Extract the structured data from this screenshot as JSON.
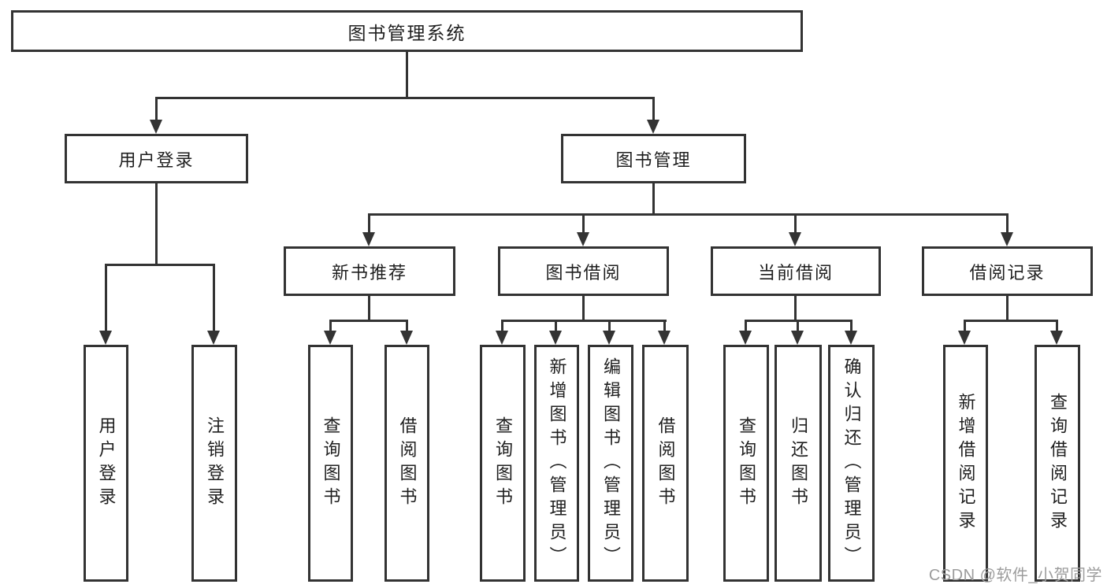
{
  "tree": {
    "root": "图书管理系统",
    "level2": {
      "user_login": "用户登录",
      "book_management": "图书管理"
    },
    "level3": {
      "new_books": "新书推荐",
      "borrowing": "图书借阅",
      "current": "当前借阅",
      "records": "借阅记录"
    },
    "leaves": {
      "user_login": [
        "用户登录",
        "注销登录"
      ],
      "new_books": [
        "查询图书",
        "借阅图书"
      ],
      "borrowing": [
        "查询图书",
        "新增图书（管理员）",
        "编辑图书（管理员）",
        "借阅图书"
      ],
      "current": [
        "查询图书",
        "归还图书",
        "确认归还（管理员）"
      ],
      "records": [
        "新增借阅记录",
        "查询借阅记录"
      ]
    }
  },
  "colors": {
    "line": "#333333",
    "text": "#1f1f1f",
    "watermark": "#9c9c9c",
    "background": "#ffffff"
  },
  "watermark": "CSDN @软件_小贺同学"
}
